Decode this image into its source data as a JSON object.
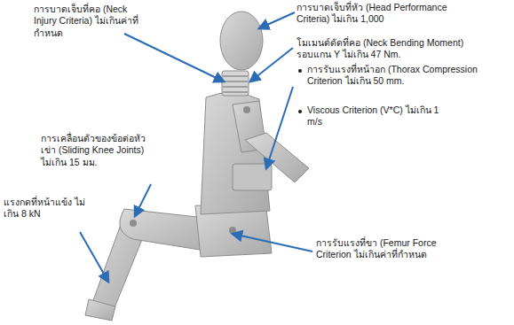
{
  "diagram": {
    "labels": [
      "การบาดเจ็บที่คอ (Neck Injury Criteria) ไม่เกินค่าที่กำหนด",
      "การบาดเจ็บที่หัว (Head Performance Criteria) ไม่เกิน 1,000",
      "โมเมนต์ดัดที่คอ (Neck Bending Moment) รอบแกน Y ไม่เกิน 47 Nm.",
      "การรับแรงที่หน้าอก (Thorax Compression Criterion ไม่เกิน 50 mm.",
      "Viscous Criterion (V*C) ไม่เกิน 1 m/s",
      "การเคลื่อนตัวของข้อต่อหัวเข่า (Sliding Knee Joints) ไม่เกิน 15 มม.",
      "แรงกดที่หน้าแข้ง ไม่เกิน 8 kN",
      "การรับแรงที่ขา (Femur Force Criterion ไม่เกินค่าที่กำหนด"
    ]
  }
}
